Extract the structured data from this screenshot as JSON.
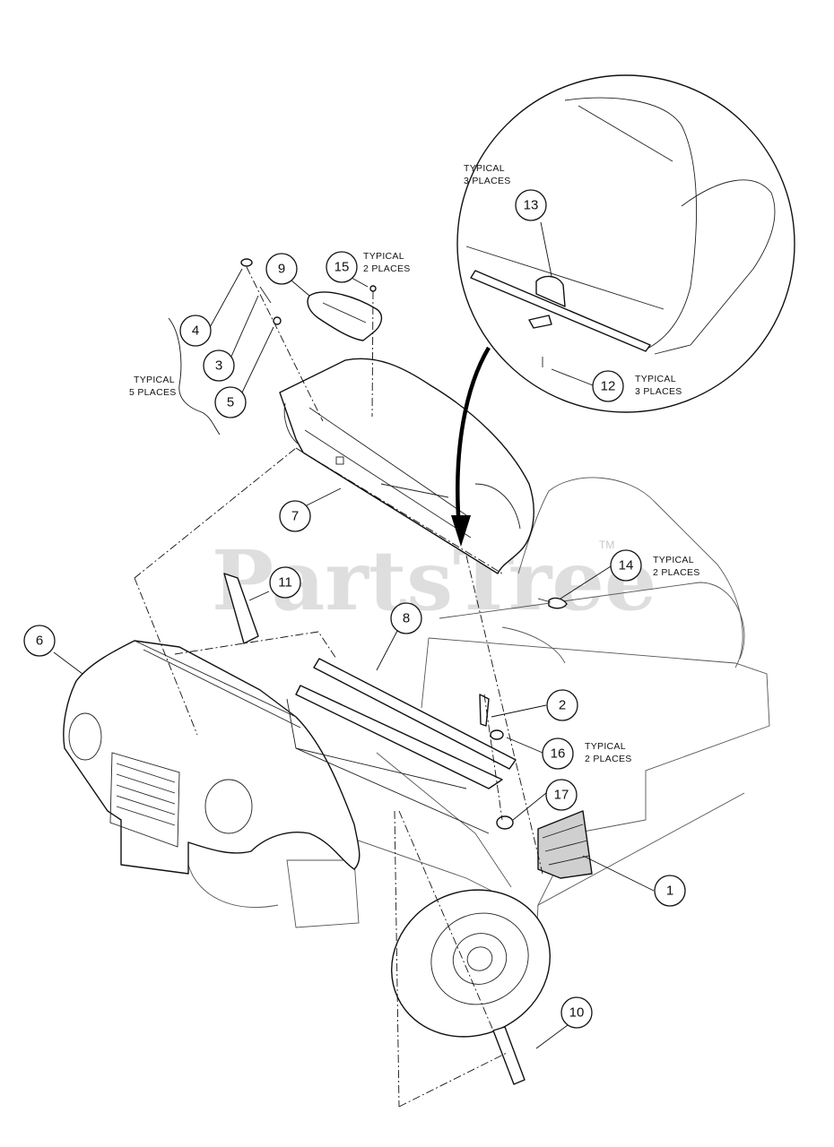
{
  "watermark": {
    "text": "PartsTree",
    "trademark": "TM"
  },
  "callouts": [
    {
      "id": "1",
      "label": "1"
    },
    {
      "id": "2",
      "label": "2"
    },
    {
      "id": "3",
      "label": "3"
    },
    {
      "id": "4",
      "label": "4"
    },
    {
      "id": "5",
      "label": "5"
    },
    {
      "id": "6",
      "label": "6"
    },
    {
      "id": "7",
      "label": "7"
    },
    {
      "id": "8",
      "label": "8"
    },
    {
      "id": "9",
      "label": "9"
    },
    {
      "id": "10",
      "label": "10"
    },
    {
      "id": "11",
      "label": "11"
    },
    {
      "id": "12",
      "label": "12"
    },
    {
      "id": "13",
      "label": "13"
    },
    {
      "id": "14",
      "label": "14"
    },
    {
      "id": "15",
      "label": "15"
    },
    {
      "id": "16",
      "label": "16"
    },
    {
      "id": "17",
      "label": "17"
    }
  ],
  "notes": {
    "typical_5": [
      "TYPICAL",
      "5 PLACES"
    ],
    "typical_2_top": [
      "TYPICAL",
      "2 PLACES"
    ],
    "typical_3_inset_top": [
      "TYPICAL",
      "3 PLACES"
    ],
    "typical_3_inset_bottom": [
      "TYPICAL",
      "3 PLACES"
    ],
    "typical_2_seat": [
      "TYPICAL",
      "2 PLACES"
    ],
    "typical_2_bumper": [
      "TYPICAL",
      "2 PLACES"
    ]
  }
}
